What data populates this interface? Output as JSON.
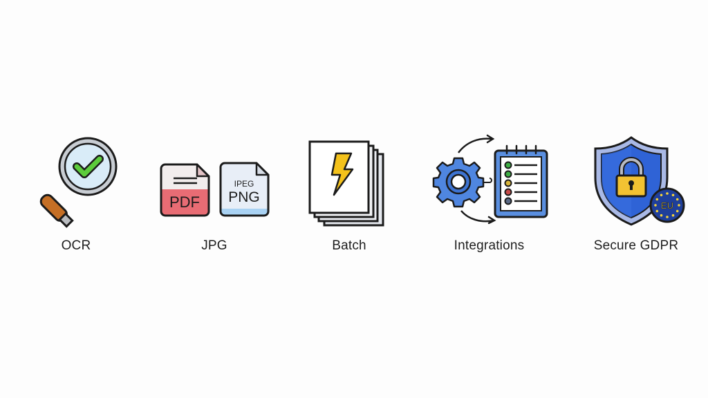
{
  "features": [
    {
      "id": "ocr",
      "label": "OCR",
      "icon": "magnifier-check-icon",
      "colors": {
        "lens": "#d6ebf7",
        "rim": "#9ea4ab",
        "check": "#5ccc3c",
        "handle": "#c56f25"
      }
    },
    {
      "id": "jpg",
      "label": "JPG",
      "icon": "file-formats-icon",
      "files": [
        {
          "text": "PDF",
          "fill": "#e86c74",
          "top_fill": "#f2eded"
        },
        {
          "subtext": "IPEG",
          "text": "PNG",
          "fill": "#e8eef7",
          "stripe": "#a9d2f3"
        }
      ]
    },
    {
      "id": "batch",
      "label": "Batch",
      "icon": "stacked-pages-lightning-icon",
      "colors": {
        "bolt": "#f4c21b",
        "page": "#ffffff",
        "page_back": "#e6e9ef"
      }
    },
    {
      "id": "integrations",
      "label": "Integrations",
      "icon": "gear-checklist-icon",
      "colors": {
        "gear": "#4f86e0",
        "board": "#5a8fe0",
        "paper": "#ffffff"
      },
      "checklist": [
        {
          "status_color": "#3fae45"
        },
        {
          "status_color": "#3fae45"
        },
        {
          "status_color": "#d9b53a"
        },
        {
          "status_color": "#c64a48"
        },
        {
          "status_color": "#5b6a86"
        }
      ]
    },
    {
      "id": "gdpr",
      "label": "Secure GDPR",
      "icon": "shield-lock-eu-icon",
      "badge_text": "EU",
      "colors": {
        "shield": "#2f63d6",
        "shield_rim": "#a9b9e6",
        "lock": "#f2c232",
        "badge": "#1f3f9a",
        "stars": "#f4d23a"
      }
    }
  ]
}
